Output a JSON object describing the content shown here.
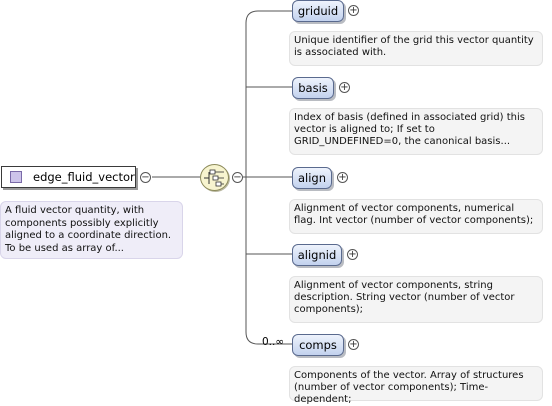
{
  "root": {
    "label": "edge_fluid_vector",
    "doc": "A fluid vector quantity, with components possibly explicitly aligned to a coordinate direction. To be used as array of..."
  },
  "sequence": {
    "icon": "sequence-compositor-icon"
  },
  "children": [
    {
      "label": "griduid",
      "doc": "Unique identifier of the grid this vector quantity is associated with."
    },
    {
      "label": "basis",
      "doc": "Index of basis (defined in associated grid) this vector is aligned to; If set to GRID_UNDEFINED=0, the canonical basis..."
    },
    {
      "label": "align",
      "doc": "Alignment of vector components, numerical flag. Int vector (number of vector components);"
    },
    {
      "label": "alignid",
      "doc": "Alignment of vector components, string description. String vector (number of vector components);"
    },
    {
      "label": "comps",
      "cardinality": "0..∞",
      "doc": "Components of the vector. Array of structures (number of vector components); Time-dependent;"
    }
  ],
  "symbols": {
    "collapse": "−",
    "expand": "+"
  }
}
